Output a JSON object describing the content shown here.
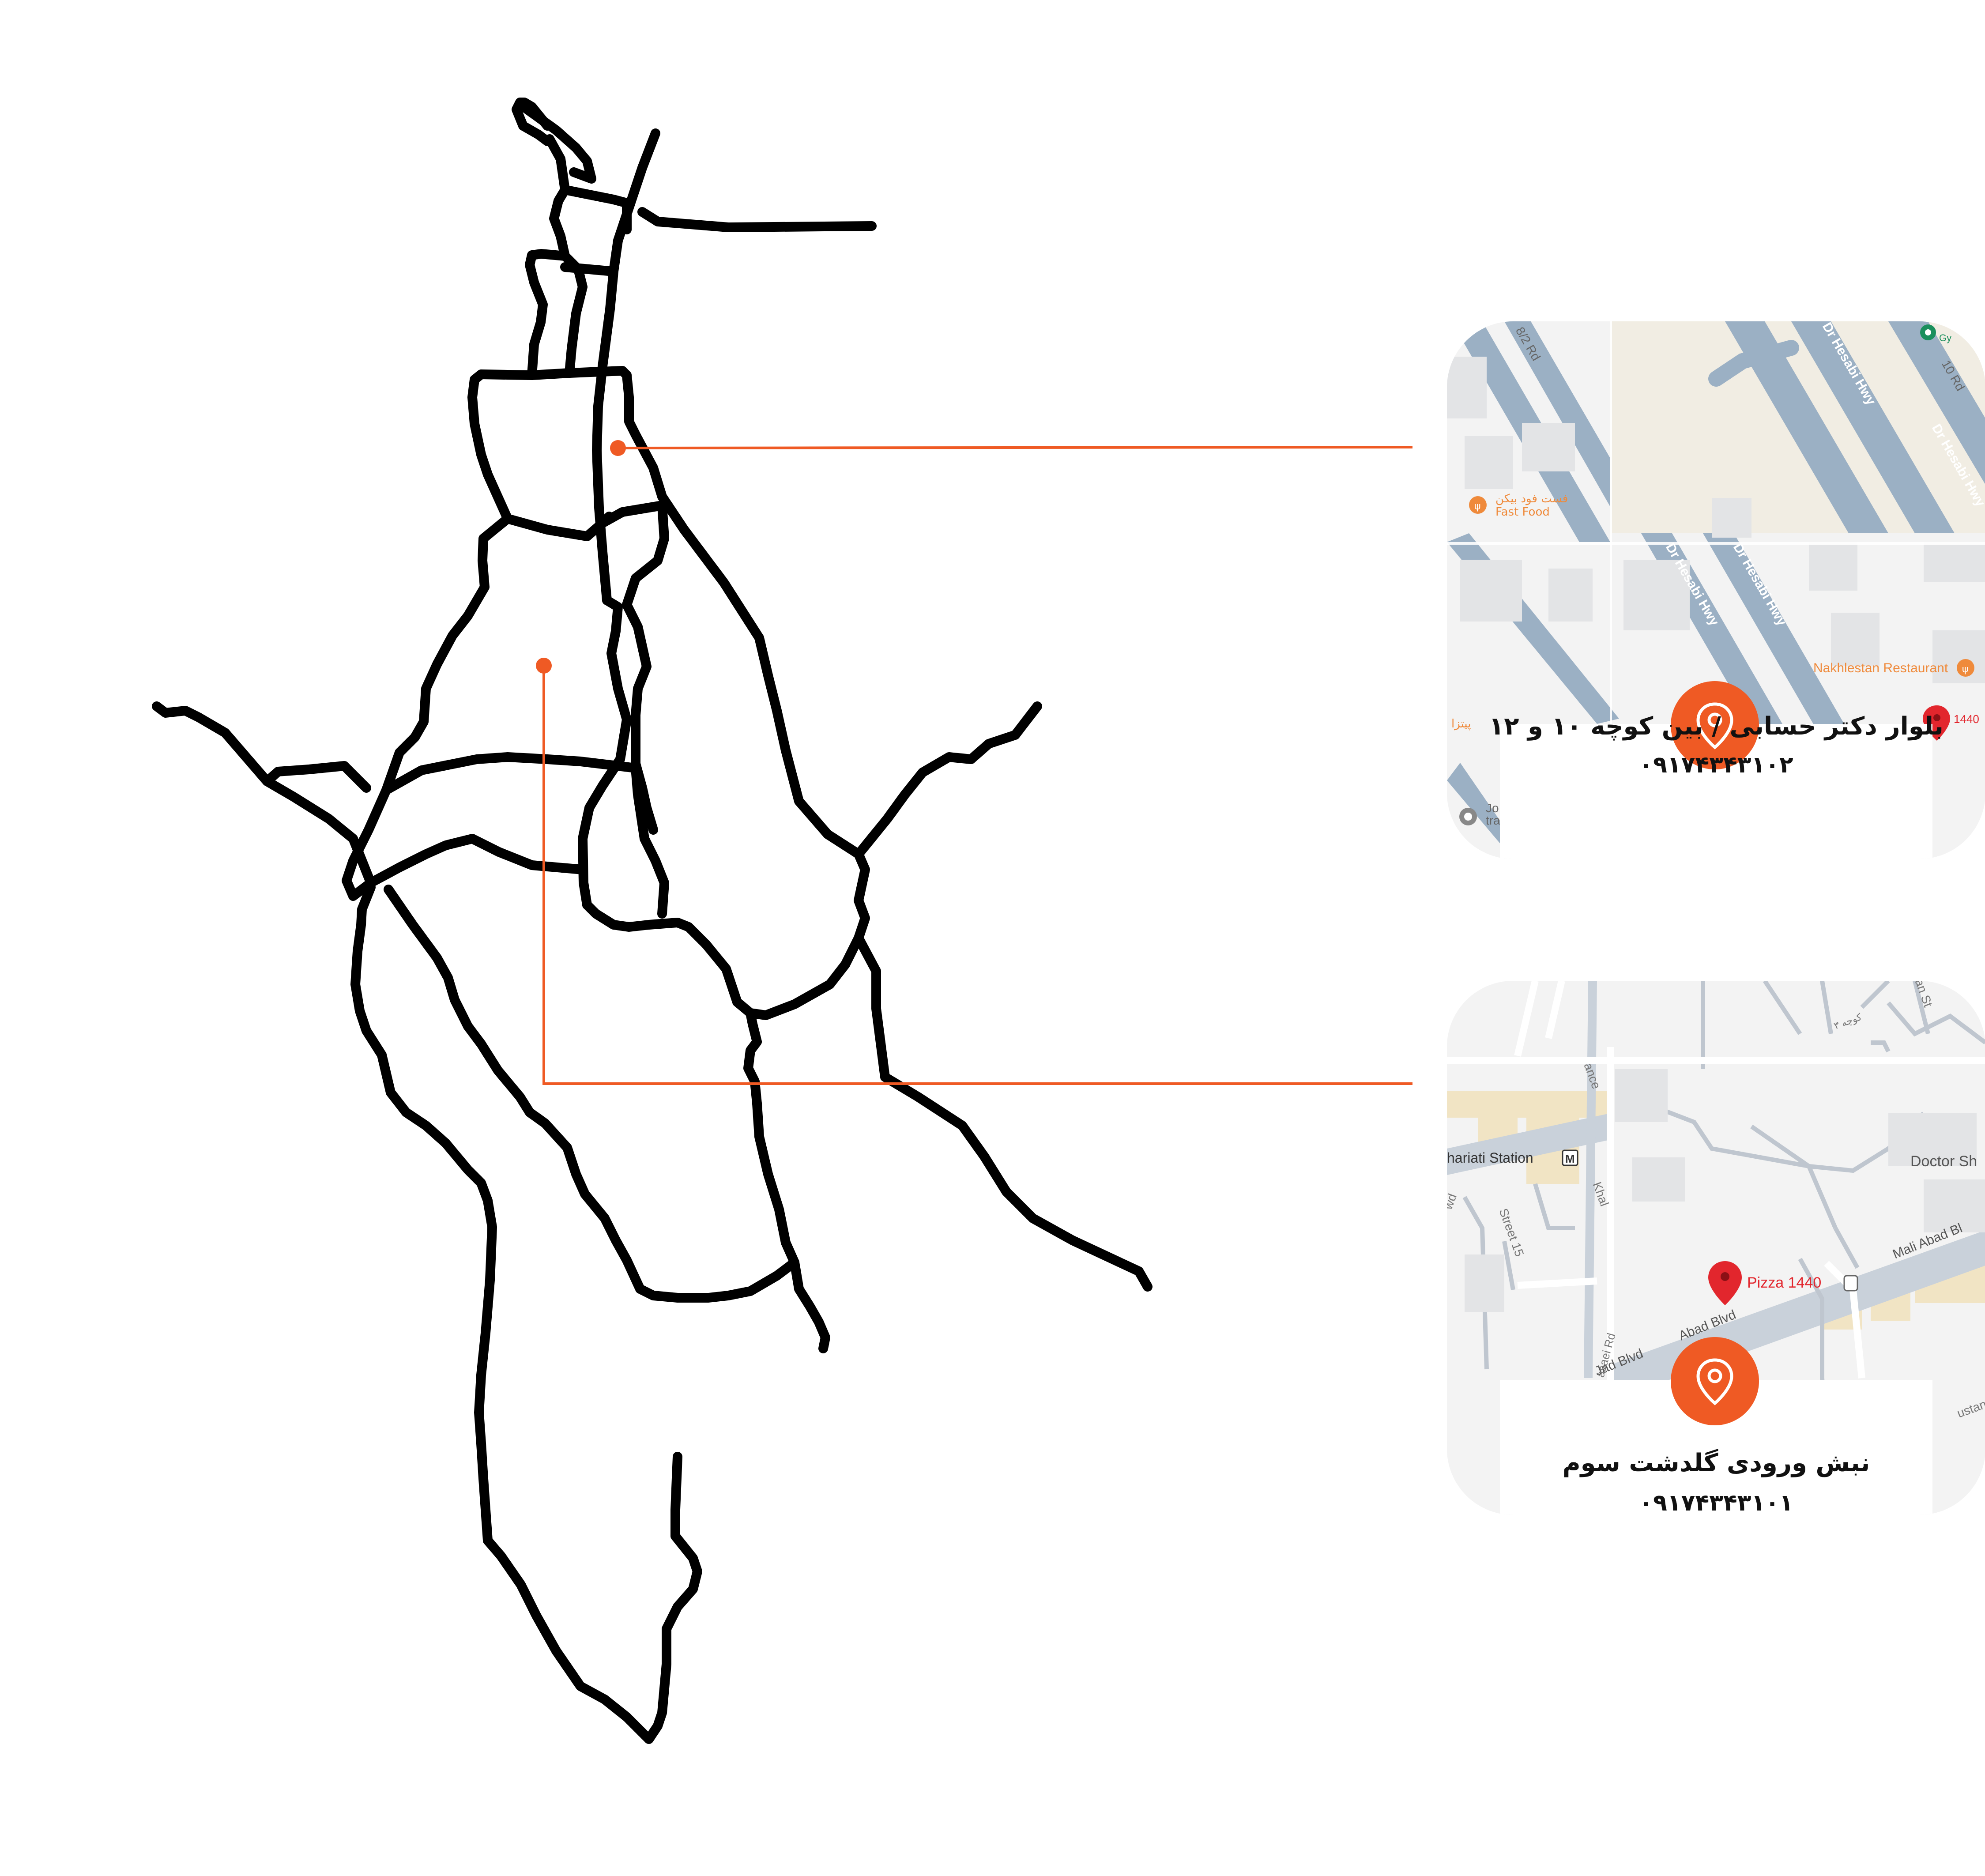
{
  "accent_color": "#ef5a24",
  "road_color": "#000000",
  "city_map": {
    "name": "city-road-network",
    "markers": [
      {
        "id": "marker-hesabi",
        "color": "#ef5a24"
      },
      {
        "id": "marker-golshat",
        "color": "#ef5a24"
      }
    ]
  },
  "cards": [
    {
      "id": "hesabi",
      "address": "بلوار دکتر حسابی / بین کوچه ۱۰ و ۱۲",
      "phone": "۰۹۱۷۴۳۴۳۱۰۲",
      "icon": "location-pin-icon",
      "map_labels": {
        "road_1": "Dr Hesabi Hwy",
        "road_2": "Dr Hesabi Hwy",
        "road_3": "Dr Hesabi Hwy",
        "road_4": "Dr Hesabi Hwy",
        "road_5": "Dr Hesabi Hwy",
        "street_a": "8/2 Rd",
        "street_b": "10 Rd",
        "fastfood_fa": "فست فود بیکن",
        "fastfood_en": "Fast Food",
        "restaurant": "Nakhlestan Restaurant",
        "pin_label": "1440",
        "gym": "Gy",
        "partial_1": "Jo",
        "partial_2": "tra",
        "pizza_fa": "پیتزا"
      }
    },
    {
      "id": "golshat",
      "address": "نبش ورودی گلدشت سوم",
      "phone": "۰۹۱۷۴۳۴۳۱۰۱",
      "icon": "location-pin-icon",
      "map_labels": {
        "station": "hariati Station",
        "metro_badge": "M",
        "street_15": "Street 15",
        "khal": "Khal",
        "ance": "ance",
        "doctor": "Doctor Sh",
        "mali_abad": "Mali Abad Bl",
        "abad_blvd": "Abad Blvd",
        "ad_blvd": "Jad Blvd",
        "pizza": "Pizza 1440",
        "wd": "wd",
        "an_st": "an St",
        "kucheh": "کوچه ۳",
        "sasei": "asaei Rd",
        "ustan": "ustan"
      }
    }
  ]
}
